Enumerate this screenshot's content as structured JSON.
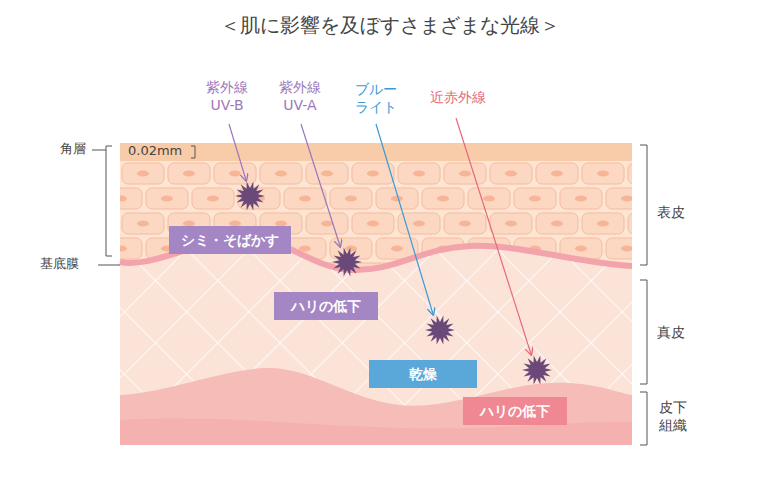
{
  "diagram": {
    "title": "＜肌に影響を及ぼすさまざまな光線＞",
    "nodes": [
      {
        "text": [
          "シミ・そばかす"
        ]
      },
      {
        "text": [
          "ハリの低下"
        ]
      },
      {
        "text": [
          "乾燥"
        ]
      },
      {
        "text": [
          "ハリの低下"
        ]
      }
    ],
    "labels": [
      "紫外線 UV-B",
      "紫外線 UV-A",
      "ブルー ライト",
      "近赤外線",
      "角層",
      "0.02mm",
      "基底膜",
      "表皮",
      "真皮",
      "皮下 組織"
    ]
  }
}
